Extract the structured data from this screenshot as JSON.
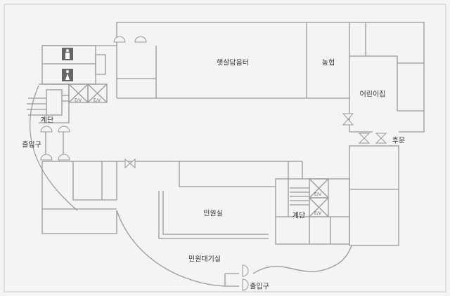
{
  "rooms": {
    "sunshine": "햇살담음터",
    "nonghyup": "농협",
    "daycare": "어린이집",
    "civil": "민원실",
    "waiting": "민원대기실"
  },
  "stairs": [
    "계단",
    "계단"
  ],
  "entrances": [
    "출입구",
    "출입구"
  ],
  "back_door": "후문",
  "elevator": "E/V",
  "colors": {
    "wall": "#999999",
    "background": "#f4f4f4",
    "restroom": "#666666"
  }
}
